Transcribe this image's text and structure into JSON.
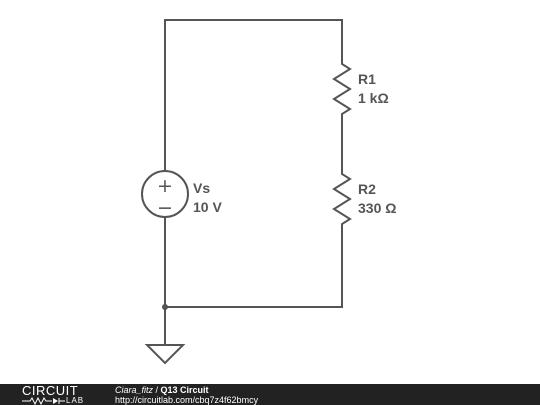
{
  "components": {
    "source": {
      "name": "Vs",
      "value": "10 V",
      "plus_sign": "+",
      "minus_sign": "−"
    },
    "r1": {
      "name": "R1",
      "value": "1 kΩ"
    },
    "r2": {
      "name": "R2",
      "value": "330 Ω"
    }
  },
  "footer": {
    "logo_top": "CIRCUIT",
    "logo_bottom": "LAB",
    "author": "Ciara_fitz",
    "separator": " / ",
    "circuit_title": "Q13 Circuit",
    "url": "http://circuitlab.com/cbq7z4f62bmcy"
  },
  "colors": {
    "wire": "#555555",
    "footer_bg": "#222222",
    "background": "#ffffff"
  }
}
